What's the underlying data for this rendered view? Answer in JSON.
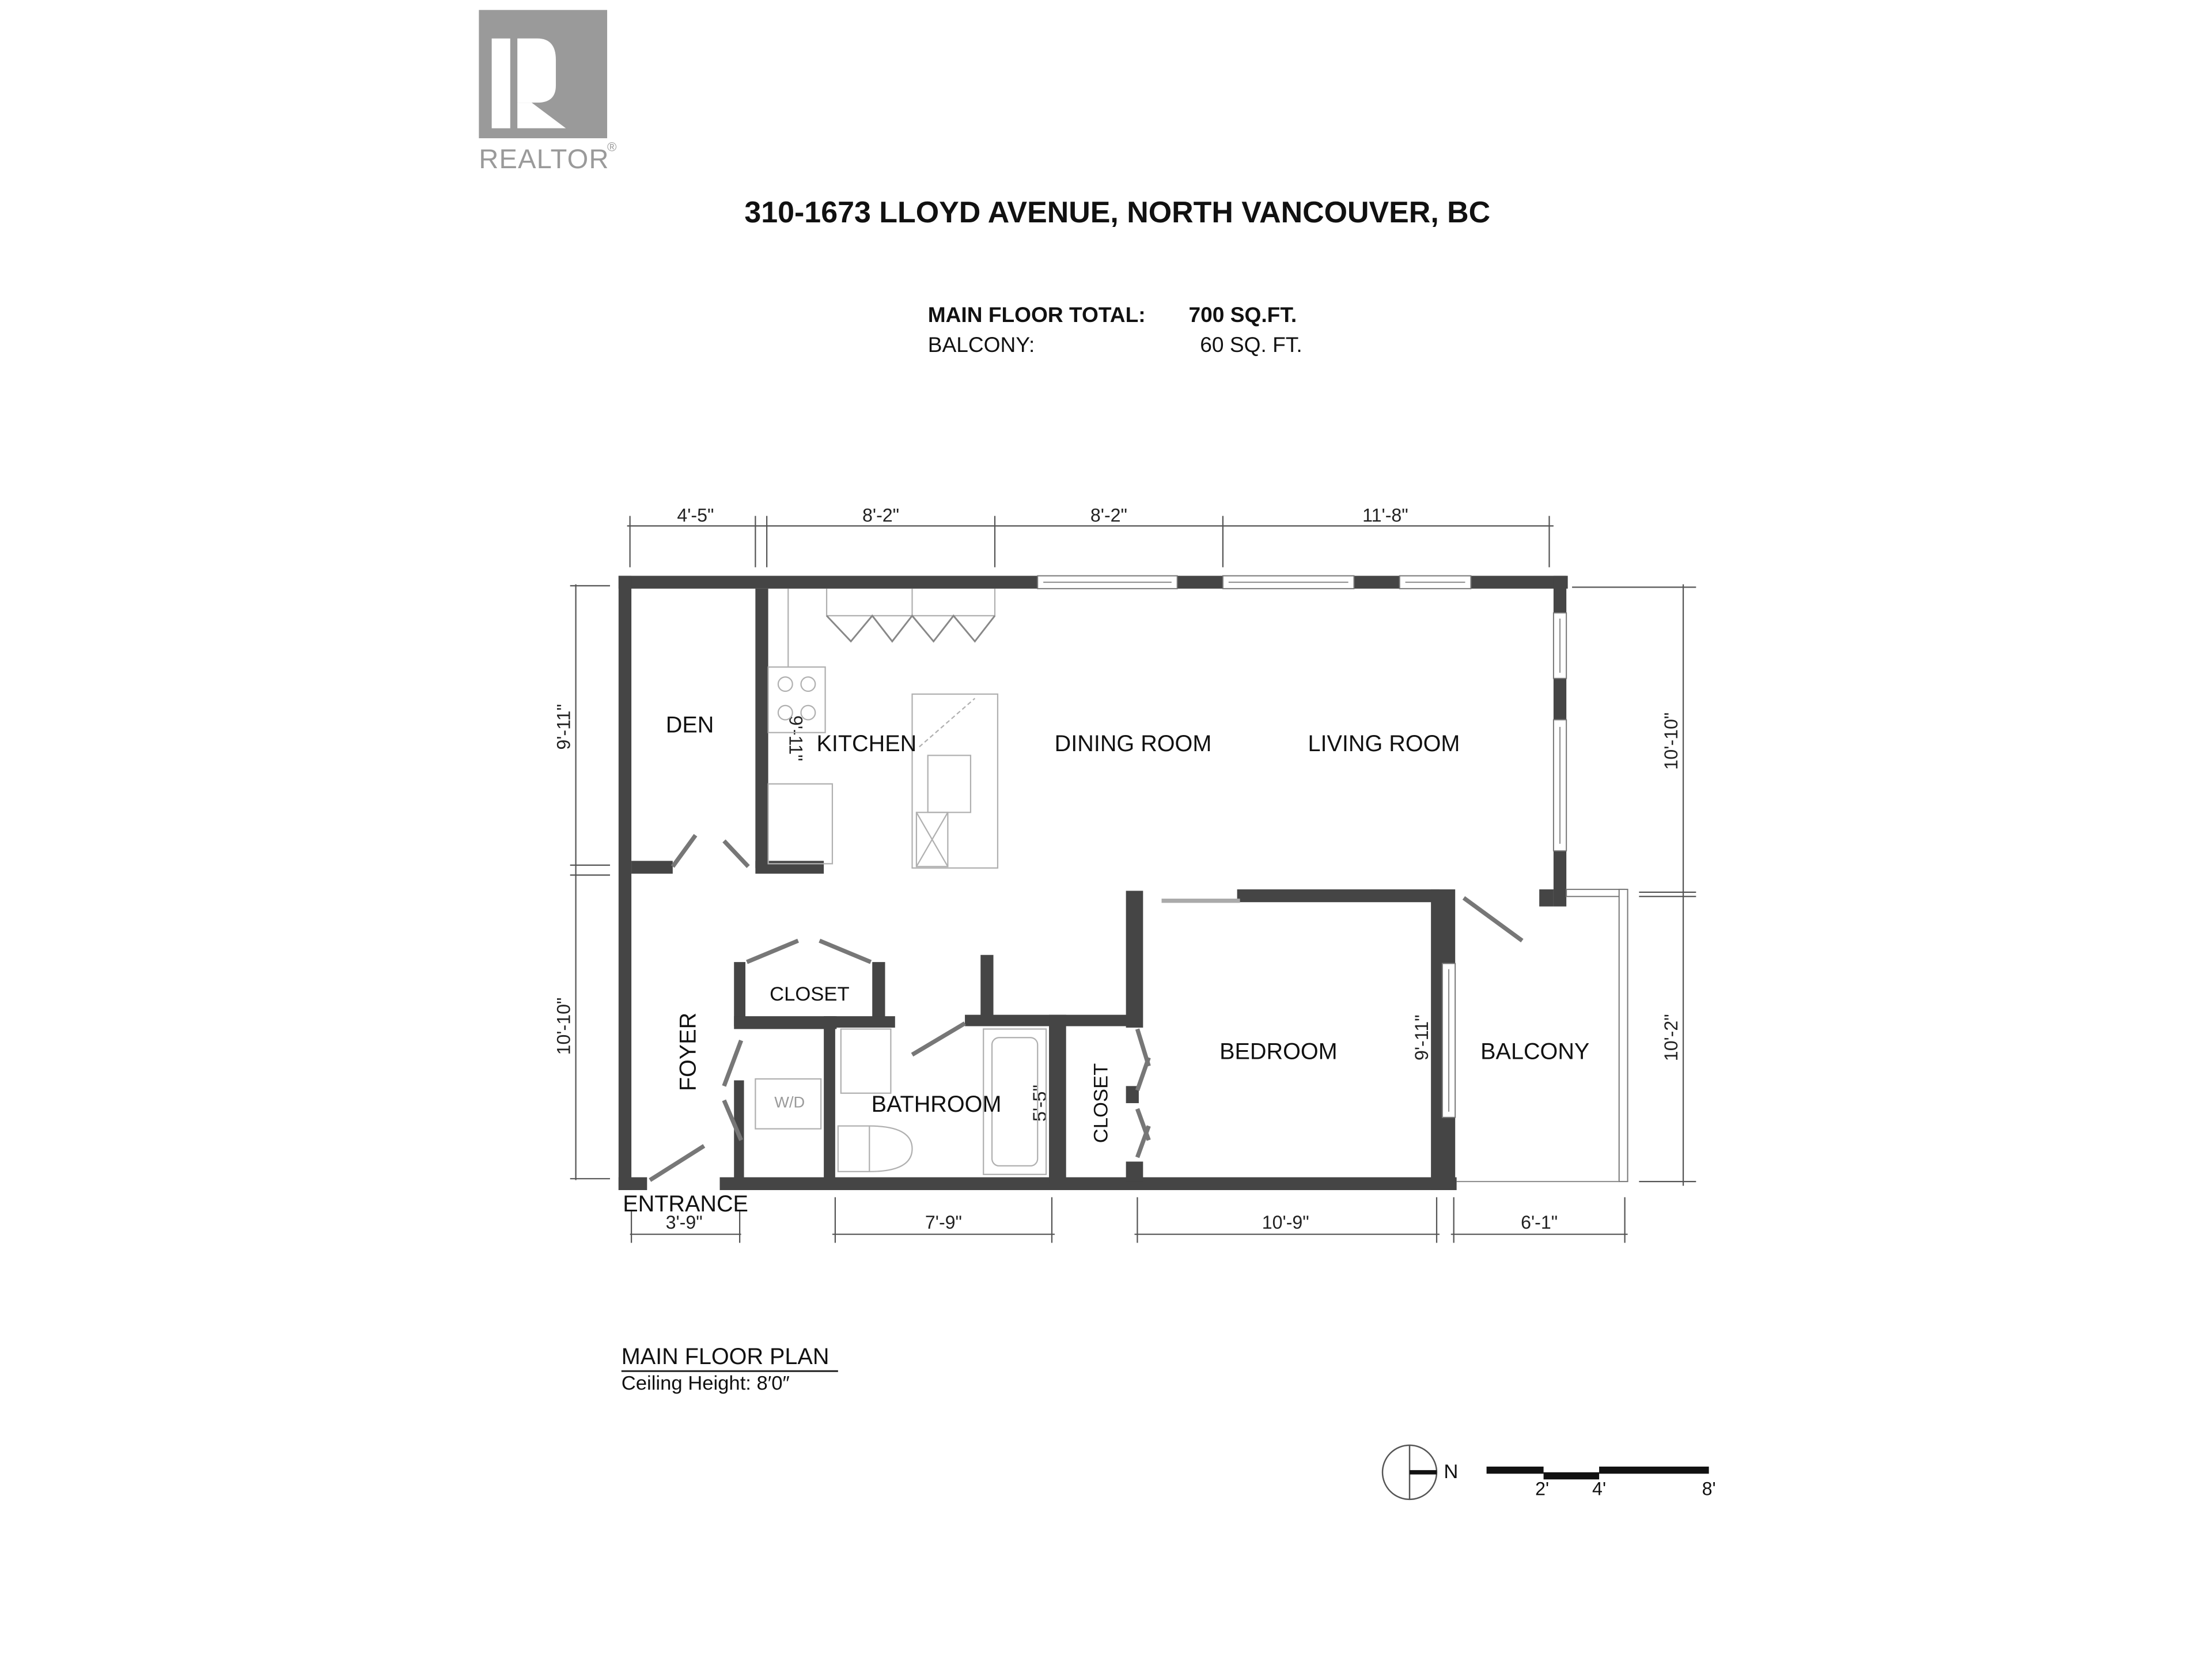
{
  "logo": {
    "text": "REALTOR",
    "mark": "R",
    "registered": "®",
    "color": "#9a9a9a"
  },
  "title": "310-1673 LLOYD AVENUE, NORTH VANCOUVER, BC",
  "areas": {
    "main_floor_label": "MAIN FLOOR TOTAL:",
    "main_floor_value": "700 SQ.FT.",
    "balcony_label": "BALCONY:",
    "balcony_value": "60  SQ. FT."
  },
  "rooms": {
    "den": "DEN",
    "kitchen": "KITCHEN",
    "dining": "DINING ROOM",
    "living": "LIVING ROOM",
    "closet_foyer": "CLOSET",
    "foyer": "FOYER",
    "wd": "W/D",
    "bathroom": "BATHROOM",
    "closet_bed": "CLOSET",
    "bedroom": "BEDROOM",
    "balcony": "BALCONY",
    "entrance": "ENTRANCE"
  },
  "dimensions": {
    "top": [
      "4'-5\"",
      "8'-2\"",
      "8'-2\"",
      "11'-8\""
    ],
    "left": [
      "9'-11\"",
      "10'-10\""
    ],
    "right": [
      "10'-10\"",
      "10'-2\""
    ],
    "bottom": [
      "3'-9\"",
      "7'-9\"",
      "10'-9\"",
      "6'-1\""
    ],
    "interior": {
      "kitchen": "9'-11\"",
      "bath_tub": "5'-5\"",
      "bedroom": "9'-11\""
    }
  },
  "legend": {
    "title": "MAIN FLOOR PLAN",
    "subtitle": "Ceiling Height: 8′0″"
  },
  "compass": {
    "label": "N"
  },
  "scale_bar": {
    "ticks": [
      "2'",
      "4'",
      "8'"
    ]
  },
  "colors": {
    "wall": "#454545",
    "text": "#111111",
    "fixture": "#b0b0b0",
    "background": "#ffffff"
  }
}
